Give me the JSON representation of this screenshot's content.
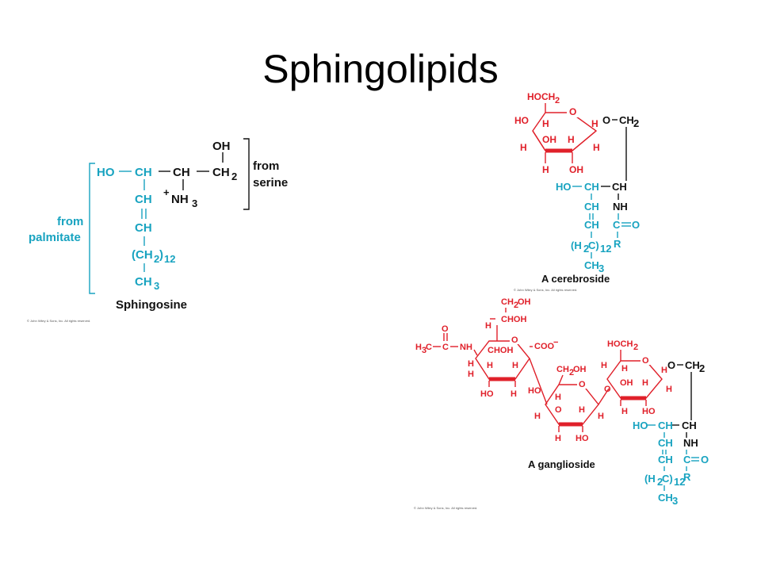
{
  "title": "Sphingolipids",
  "sphingosine": {
    "name": "Sphingosine",
    "from_palmitate": [
      "from",
      "palmitate"
    ],
    "from_serine": [
      "from",
      "serine"
    ],
    "copyright": "© John Wiley & Sons, Inc. All rights reserved."
  },
  "cerebroside": {
    "name": "A cerebroside",
    "copyright": "© John Wiley & Sons, Inc. All rights reserved."
  },
  "ganglioside": {
    "name": "A ganglioside",
    "copyright": "© John Wiley & Sons, Inc. All rights reserved."
  },
  "colors": {
    "teal": "#18a3c0",
    "red": "#e0202a",
    "black": "#111111"
  }
}
